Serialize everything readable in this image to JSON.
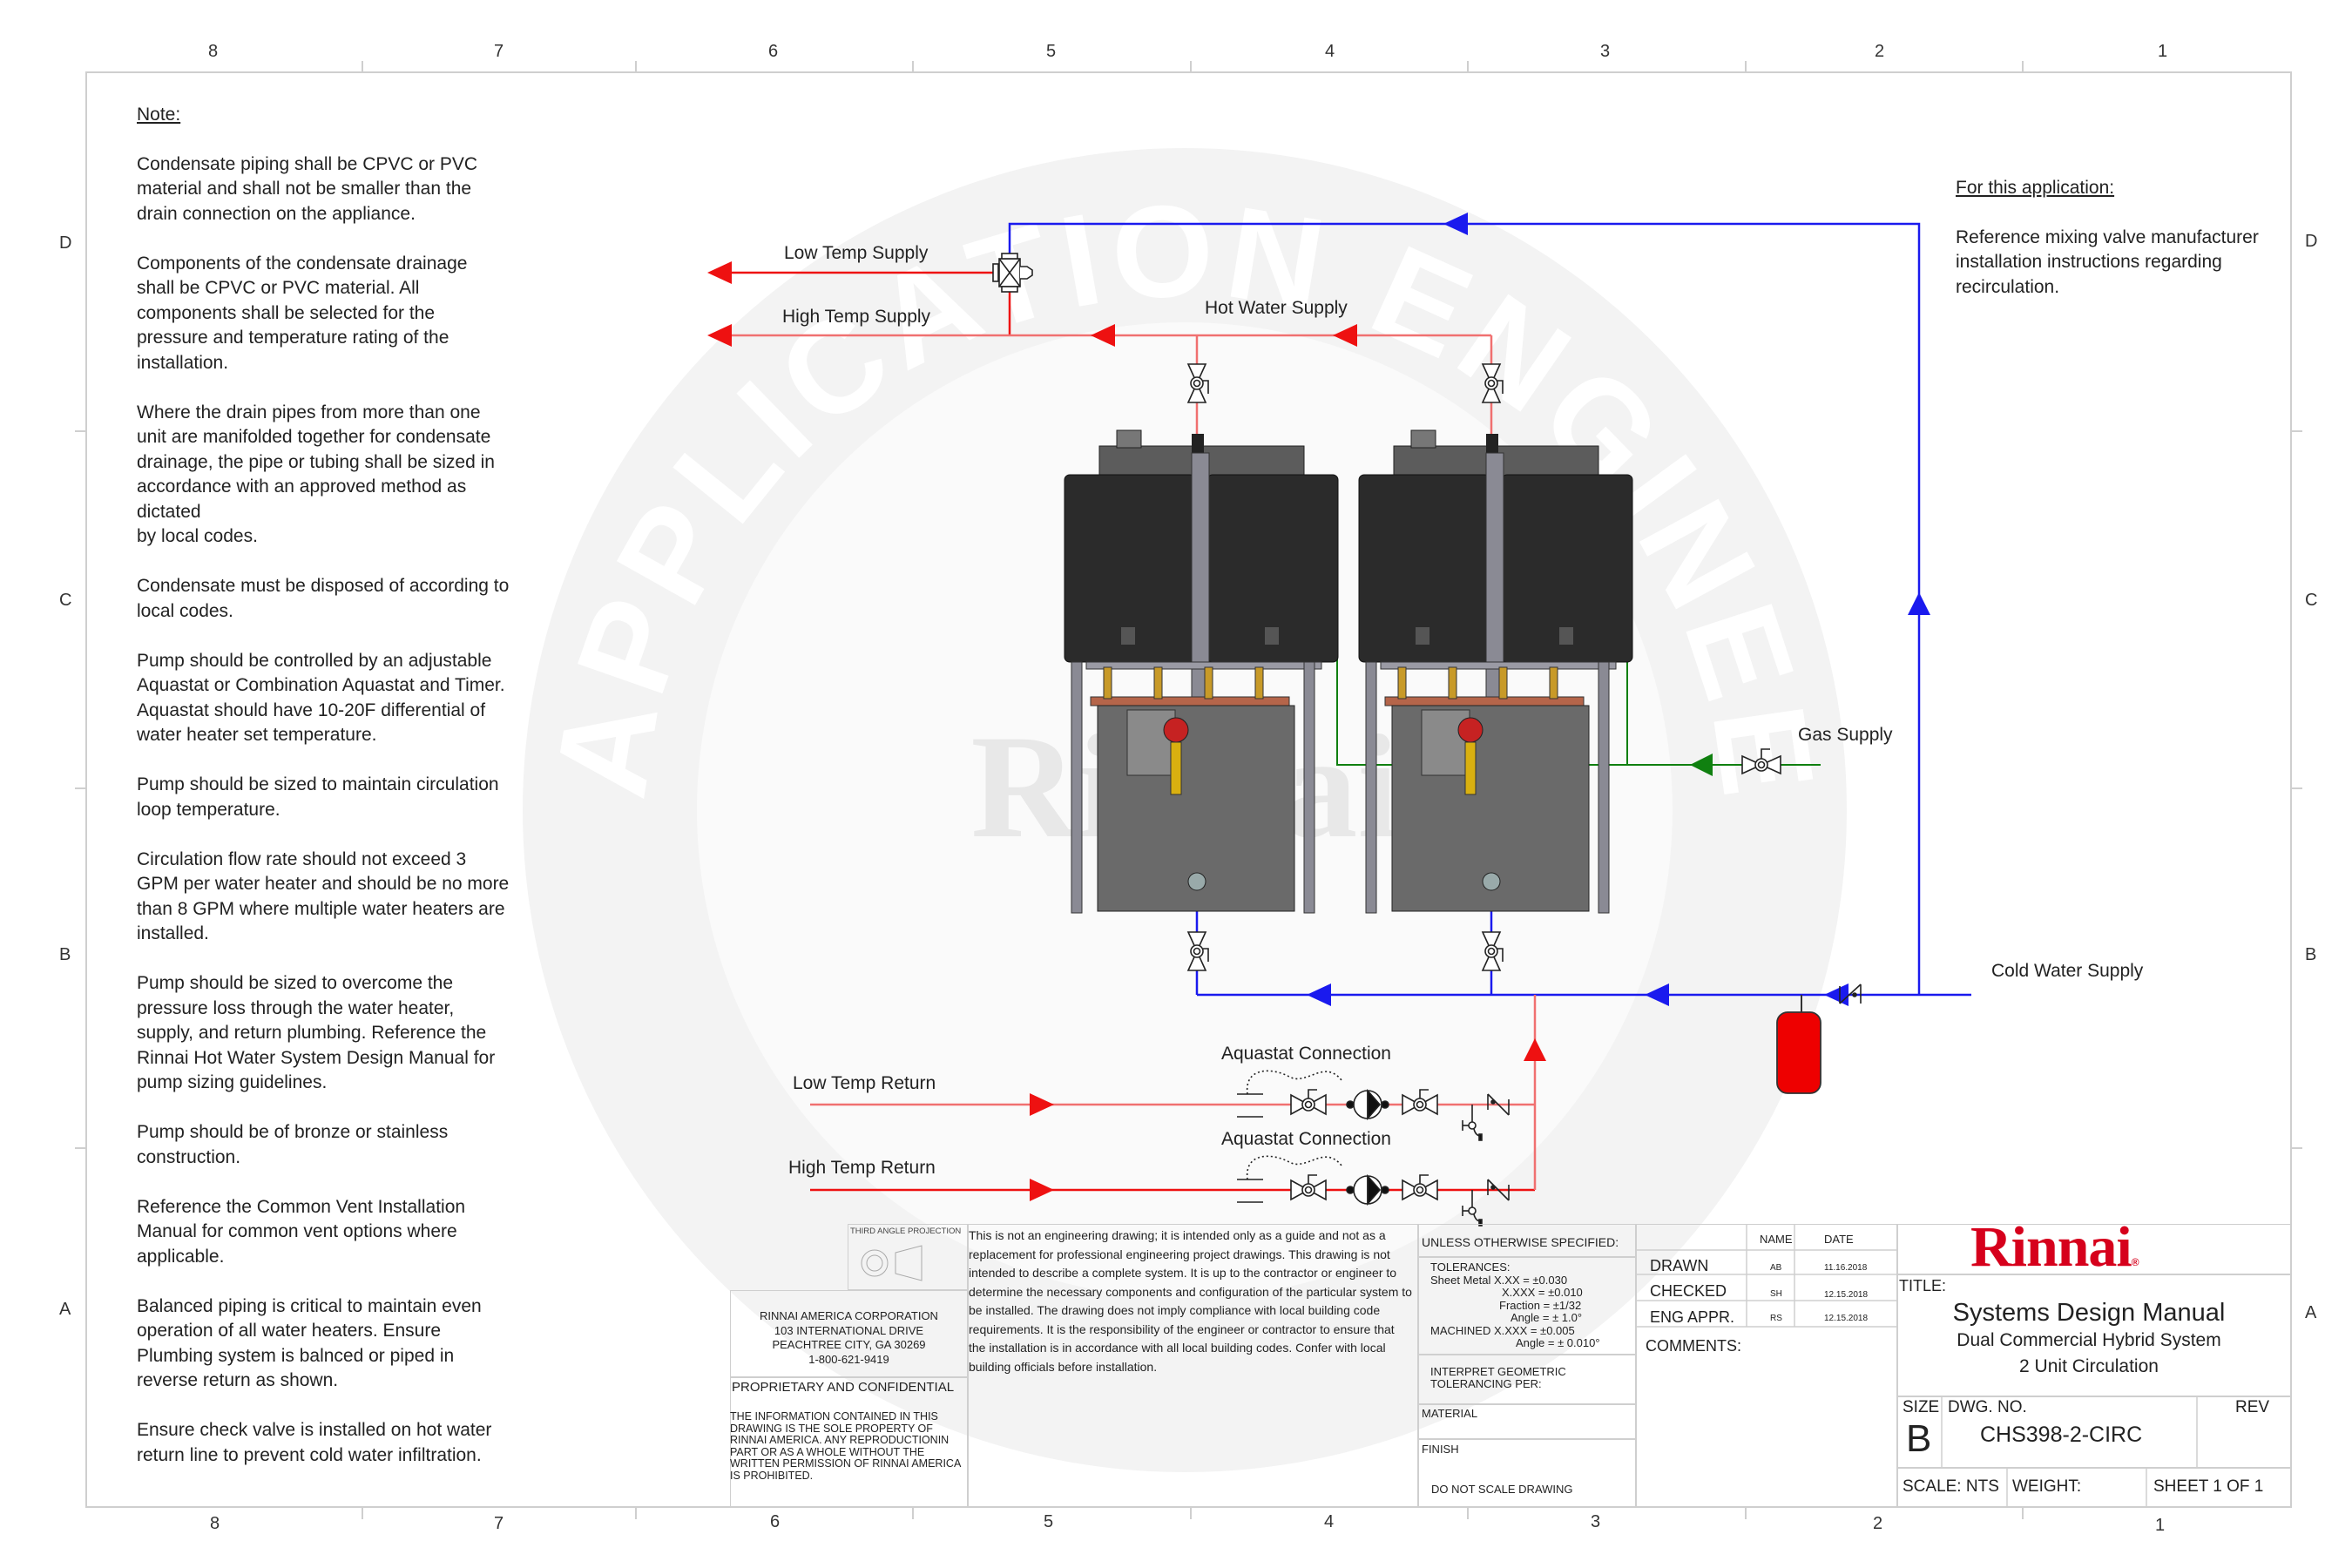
{
  "border": {
    "zones_top": [
      "8",
      "7",
      "6",
      "5",
      "4",
      "3",
      "2",
      "1"
    ],
    "zones_bottom": [
      "8",
      "7",
      "6",
      "5",
      "4",
      "3",
      "2",
      "1"
    ],
    "rows_left": [
      "D",
      "C",
      "B",
      "A"
    ],
    "rows_right": [
      "D",
      "C",
      "B",
      "A"
    ]
  },
  "notes": {
    "header": "Note:",
    "items": [
      "Condensate piping shall be CPVC or PVC\nmaterial and shall not be smaller than the\ndrain connection on the appliance.",
      "Components of the condensate drainage\nshall be CPVC or PVC material. All\ncomponents shall be selected for the\npressure and temperature rating of the\ninstallation.",
      "Where the drain pipes from more than one\nunit are manifolded together for condensate\ndrainage, the pipe or tubing shall be sized in\naccordance with an approved method as\ndictated\nby local codes.",
      "Condensate must be disposed of according to\nlocal codes.",
      "Pump should be controlled by an adjustable\nAquastat or Combination Aquastat and Timer.\nAquastat should have 10-20F differential of\nwater heater set temperature.",
      "Pump should be sized to maintain circulation\nloop temperature.",
      "Circulation flow rate should not exceed 3\nGPM per water heater and should be no more\nthan 8 GPM where multiple water heaters are\ninstalled.",
      "Pump should be sized to overcome the\npressure loss through the water heater,\nsupply, and return plumbing.  Reference the\nRinnai Hot Water System Design Manual for\npump sizing guidelines.",
      "Pump should be of bronze or stainless\nconstruction.",
      "Reference the Common Vent Installation\nManual for common vent options where\napplicable.",
      "Balanced piping is critical to maintain even\noperation of all water heaters.  Ensure\nPlumbing system is balnced or piped in\nreverse return as shown.",
      "Ensure check valve is installed on hot water\nreturn line to prevent cold water infiltration."
    ]
  },
  "application_note": {
    "header": "For this application:",
    "text": "Reference mixing valve manufacturer installation instructions regarding recirculation."
  },
  "diagram": {
    "labels": {
      "low_temp_supply": "Low Temp Supply",
      "high_temp_supply": "High Temp Supply",
      "hot_water_supply": "Hot Water Supply",
      "gas_supply": "Gas Supply",
      "cold_water_supply": "Cold Water Supply",
      "aquastat_1": "Aquastat Connection",
      "aquastat_2": "Aquastat Connection",
      "low_temp_return": "Low Temp Return",
      "high_temp_return": "High Temp Return"
    },
    "colors": {
      "hot": "#ee1111",
      "hot_light": "#f07070",
      "cold": "#1a1aee",
      "gas": "#108010",
      "tank": "#ee0000",
      "unit_body": "#2b2b2b",
      "unit_base": "#6a6a6a"
    },
    "watermark": {
      "text": "APPLICATION ENGINEERING CENTER OF EXCELLENCE",
      "brand": "Rinnai"
    }
  },
  "title_block": {
    "projection_label": "THIRD ANGLE PROJECTION",
    "company": [
      "RINNAI AMERICA CORPORATION",
      "103 INTERNATIONAL DRIVE",
      "PEACHTREE CITY, GA  30269",
      "1-800-621-9419"
    ],
    "proprietary_header": "PROPRIETARY AND CONFIDENTIAL",
    "proprietary_text": "THE INFORMATION CONTAINED IN THIS DRAWING IS THE SOLE PROPERTY OF RINNAI AMERICA. ANY REPRODUCTIONIN PART OR AS A WHOLE WITHOUT THE WRITTEN PERMISSION OF RINNAI AMERICA IS PROHIBITED.",
    "disclaimer": "This is not an engineering drawing; it is intended only as a guide and not as a replacement for professional engineering project drawings. This drawing is not intended to describe a complete system. It is up to the contractor or engineer to determine the necessary components and configuration of the particular system to be installed. The drawing does not imply compliance with local building code requirements. It is the responsibility of the engineer or contractor to ensure that the installation is in accordance with all local building codes. Confer with local building officials before installation.",
    "unless_specified": "UNLESS OTHERWISE SPECIFIED:",
    "tolerances": {
      "header": "TOLERANCES:",
      "lines": [
        "Sheet Metal  X.XX  =  ±0.030",
        "X.XXX =  ±0.010",
        "Fraction = ±1/32",
        "Angle = ± 1.0°",
        "MACHINED X.XXX = ±0.005",
        "Angle = ± 0.010°"
      ]
    },
    "geometric": "INTERPRET GEOMETRIC TOLERANCING PER:",
    "material": "MATERIAL",
    "finish": "FINISH",
    "do_not_scale": "DO NOT SCALE DRAWING",
    "approvals": {
      "name_header": "NAME",
      "date_header": "DATE",
      "rows": [
        {
          "role": "DRAWN",
          "name": "AB",
          "date": "11.16.2018"
        },
        {
          "role": "CHECKED",
          "name": "SH",
          "date": "12.15.2018"
        },
        {
          "role": "ENG APPR.",
          "name": "RS",
          "date": "12.15.2018"
        }
      ],
      "comments": "COMMENTS:"
    },
    "logo": "Rinnai",
    "logo_mark": "®",
    "title_label": "TITLE:",
    "title": "Systems Design Manual",
    "subtitle_1": "Dual Commercial Hybrid System",
    "subtitle_2": "2 Unit Circulation",
    "size_label": "SIZE",
    "size": "B",
    "dwg_no_label": "DWG.  NO.",
    "dwg_no": "CHS398-2-CIRC",
    "rev_label": "REV",
    "scale": "SCALE: NTS",
    "weight": "WEIGHT:",
    "sheet": "SHEET 1 OF 1"
  }
}
